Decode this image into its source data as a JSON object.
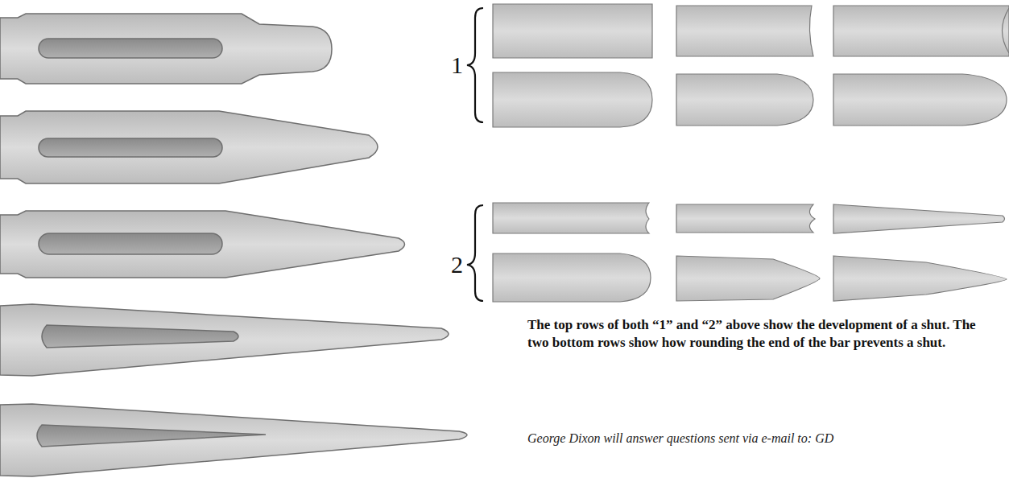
{
  "diagram": {
    "caption": "The top rows of both “1” and “2” above show the development of a shut. The two bottom rows show how rounding the end of the bar prevents a shut.",
    "labels": [
      "1",
      "2",
      "George Dixon will answer questions sent via e-mail to: GD"
    ]
  }
}
